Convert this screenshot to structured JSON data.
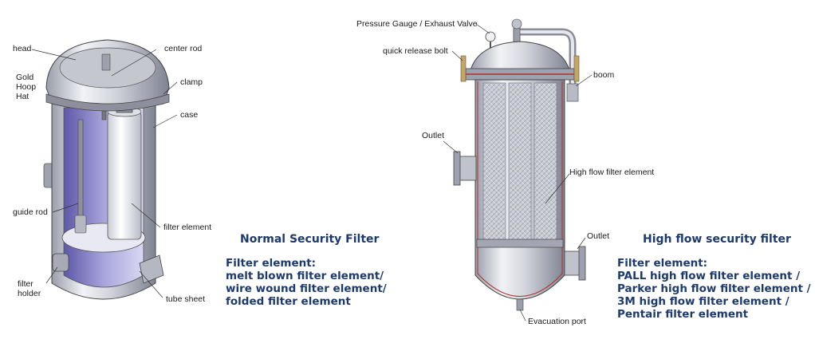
{
  "left_diagram": {
    "callouts": {
      "head": "head",
      "gold_hoop_hat": "Gold\nHoop\nHat",
      "center_rod": "center rod",
      "clamp": "clamp",
      "case": "case",
      "guide_rod": "guide rod",
      "filter_element": "filter element",
      "filter_holder": "filter\nholder",
      "tube_sheet": "tube sheet"
    },
    "title": "Normal Security Filter",
    "element_heading": "Filter element:",
    "element_items": [
      "melt blown filter element/",
      "wire wound filter element/",
      "folded filter element"
    ]
  },
  "right_diagram": {
    "callouts": {
      "pressure_gauge": "Pressure Gauge / Exhaust Valve",
      "quick_release_bolt": "quick release bolt",
      "boom": "boom",
      "outlet_left": "Outlet",
      "high_flow_element": "High flow filter element",
      "outlet_right": "Outlet",
      "evacuation_port": "Evacuation port"
    },
    "title": "High flow security filter",
    "element_heading": "Filter element:",
    "element_items": [
      "PALL high flow filter element /",
      "Parker high flow filter element /",
      "3M high flow filter element /",
      "Pentair filter element"
    ]
  },
  "colors": {
    "text_blue": "#1d3a6e",
    "steel_light": "#e4e6ec",
    "steel_dark": "#8e93a3",
    "interior_purple": "#8a85c8",
    "flange_red": "#b0302a"
  }
}
